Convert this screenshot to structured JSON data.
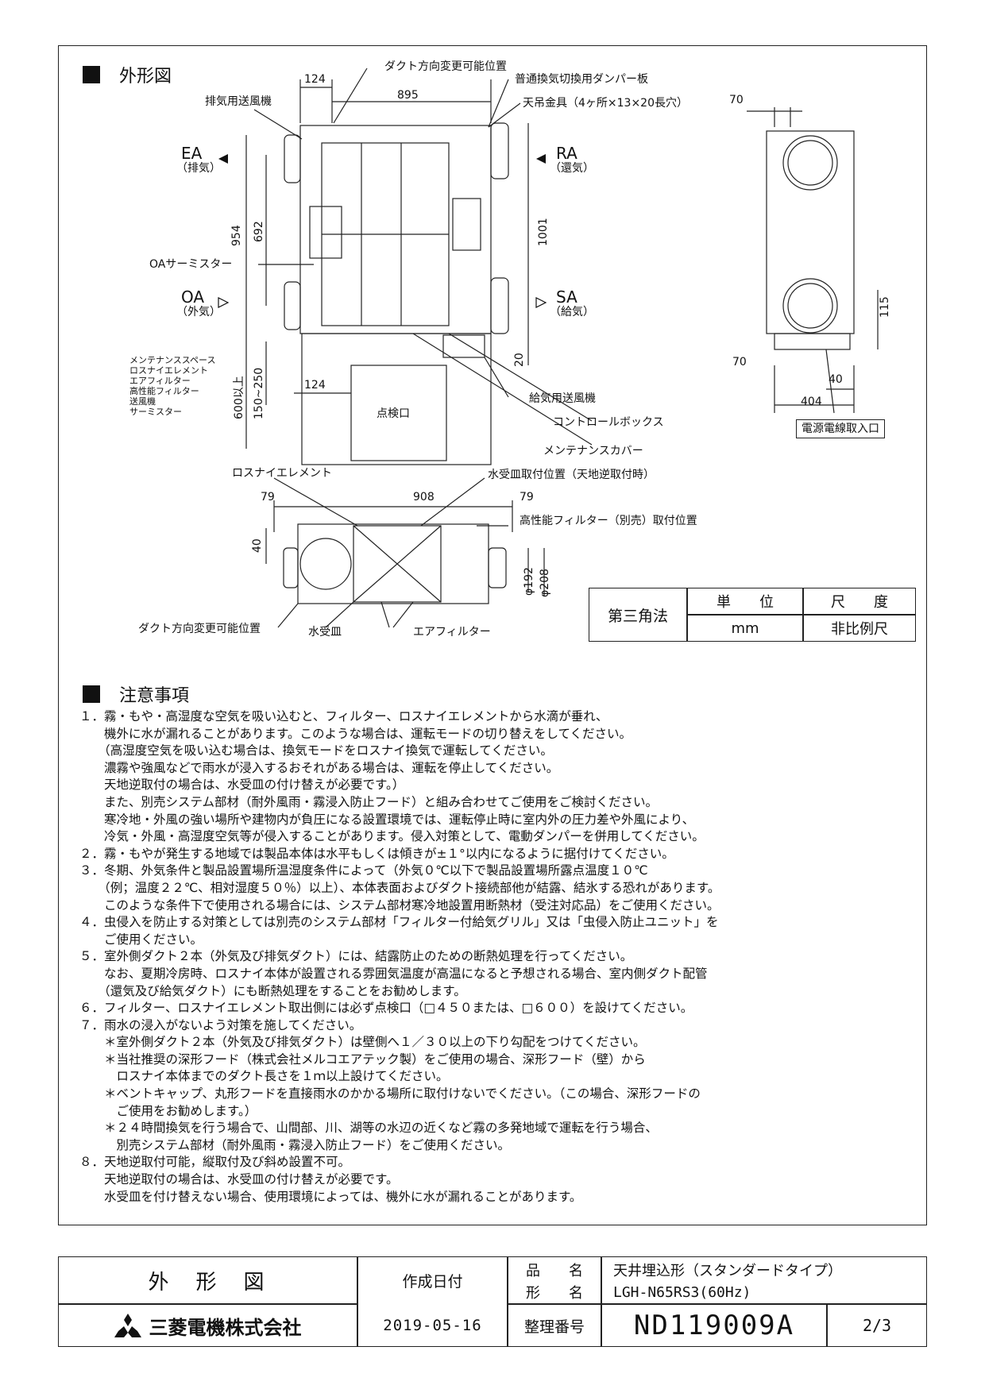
{
  "sections": {
    "outline_title": "外形図",
    "notes_title": "注意事項"
  },
  "dimensions": {
    "d124_top": "124",
    "d895": "895",
    "d70_side": "70",
    "d954": "954",
    "d692": "692",
    "d1001": "1001",
    "d20": "20",
    "d600": "600以上",
    "d150_250": "150~250",
    "d124_bottom": "124",
    "d115": "115",
    "d70_side_bottom": "70",
    "d40_side": "40",
    "d404": "404",
    "d79_left": "79",
    "d908": "908",
    "d79_right": "79",
    "d40_front": "40",
    "d192": "φ192",
    "d208": "φ208"
  },
  "labels": {
    "duct_change_top": "ダクト方向変更可能位置",
    "damper": "普通換気切換用ダンパー板",
    "hanger": "天吊金具（4ヶ所×13×20長穴）",
    "exhaust_fan": "排気用送風機",
    "ea": "EA",
    "ea_sub": "（排気）",
    "ra": "RA",
    "ra_sub": "（還気）",
    "oa_thermistor": "OAサーミスター",
    "oa": "OA",
    "oa_sub": "（外気）",
    "sa": "SA",
    "sa_sub": "（給気）",
    "maint_space": [
      "メンテナンススペース",
      "ロスナイエレメント",
      "エアフィルター",
      "高性能フィルター",
      "送風機",
      "サーミスター"
    ],
    "inspection": "点検口",
    "supply_fan": "給気用送風機",
    "control_box": "コントロールボックス",
    "maint_cover": "メンテナンスカバー",
    "power_entry": "電源電線取入口",
    "lossnay_element": "ロスナイエレメント",
    "drain_pan_pos": "水受皿取付位置（天地逆取付時）",
    "hp_filter_pos": "高性能フィルター（別売）取付位置",
    "duct_change_bottom": "ダクト方向変更可能位置",
    "drain_pan": "水受皿",
    "air_filter": "エアフィルター"
  },
  "scale_table": {
    "projection": "第三角法",
    "unit_header": "単　　位",
    "scale_header": "尺　　度",
    "unit_value": "mm",
    "scale_value": "非比例尺"
  },
  "notes": [
    "１．霧・もや・高湿度な空気を吸い込むと、フィルター、ロスナイエレメントから水滴が垂れ、",
    "　　機外に水が漏れることがあります。このような場合は、運転モードの切り替えをしてください。",
    "　　（高湿度空気を吸い込む場合は、換気モードをロスナイ換気で運転してください。",
    "　　濃霧や強風などで雨水が浸入するおそれがある場合は、運転を停止してください。",
    "　　天地逆取付の場合は、水受皿の付け替えが必要です。）",
    "　　また、別売システム部材（耐外風雨・霧浸入防止フード）と組み合わせてご使用をご検討ください。",
    "　　寒冷地・外風の強い場所や建物内が負圧になる設置環境では、運転停止時に室内外の圧力差や外風により、",
    "　　冷気・外風・高湿度空気等が侵入することがあります。侵入対策として、電動ダンパーを併用してください。",
    "２．霧・もやが発生する地域では製品本体は水平もしくは傾きが±１°以内になるように据付けてください。",
    "３．冬期、外気条件と製品設置場所温湿度条件によって（外気０℃以下で製品設置場所露点温度１０℃",
    "　　（例；温度２２℃、相対湿度５０％）以上）、本体表面およびダクト接続部他が結露、結氷する恐れがあります。",
    "　　このような条件下で使用される場合には、システム部材寒冷地設置用断熱材（受注対応品）をご使用ください。",
    "４．虫侵入を防止する対策としては別売のシステム部材「フィルター付給気グリル」又は「虫侵入防止ユニット」を",
    "　　ご使用ください。",
    "５．室外側ダクト２本（外気及び排気ダクト）には、結露防止のための断熱処理を行ってください。",
    "　　なお、夏期冷房時、ロスナイ本体が設置される雰囲気温度が高温になると予想される場合、室内側ダクト配管",
    "　　（還気及び給気ダクト）にも断熱処理をすることをお勧めします。",
    "６．フィルター、ロスナイエレメント取出側には必ず点検口（□４５０または、□６００）を設けてください。",
    "７．雨水の浸入がないよう対策を施してください。",
    "　　＊室外側ダクト２本（外気及び排気ダクト）は壁側へ１／３０以上の下り勾配をつけてください。",
    "　　＊当社推奨の深形フード（株式会社メルコエアテック製）をご使用の場合、深形フード（壁）から",
    "　　　ロスナイ本体までのダクト長さを１ｍ以上設けてください。",
    "　　＊ベントキャップ、丸形フードを直接雨水のかかる場所に取付けないでください。（この場合、深形フードの",
    "　　　ご使用をお勧めします。）",
    "　　＊２４時間換気を行う場合で、山間部、川、湖等の水辺の近くなど霧の多発地域で運転を行う場合、",
    "　　　別売システム部材（耐外風雨・霧浸入防止フード）をご使用ください。",
    "８．天地逆取付可能，縦取付及び斜め設置不可。",
    "　　天地逆取付の場合は、水受皿の付け替えが必要です。",
    "　　水受皿を付け替えない場合、使用環境によっては、機外に水が漏れることがあります。"
  ],
  "title_block": {
    "doc_title": "外　形　図",
    "created_label": "作成日付",
    "created_date": "2019-05-16",
    "product_label": "品　　名",
    "model_label": "形　　名",
    "product_name": "天井埋込形（スタンダードタイプ）",
    "model_name": "LGH-N65RS3(60Hz)",
    "company": "三菱電機株式会社",
    "serial_label": "整理番号",
    "serial": "ND119009A",
    "page": "2/3"
  }
}
